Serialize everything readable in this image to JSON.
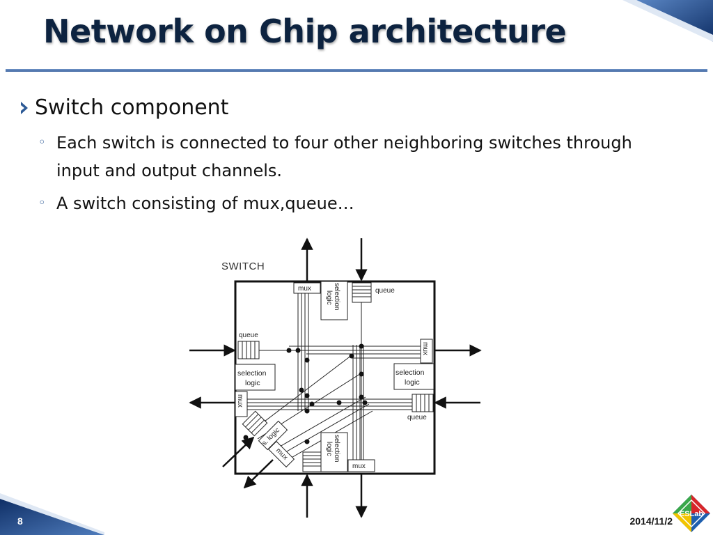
{
  "slide": {
    "title": "Network on Chip architecture",
    "page_number": "8",
    "date": "2014/11/2",
    "logo_text": "ESLab"
  },
  "content": {
    "bullet1": "Switch component",
    "sub1": "Each switch is connected to four other neighboring switches through input and output channels.",
    "sub2": "A switch consisting of mux,queue…"
  },
  "diagram": {
    "title": "SWITCH",
    "mux": "mux",
    "queue": "queue",
    "selection": "selection",
    "logic": "logic",
    "s_logic": "s. logic"
  },
  "colors": {
    "title": "#0d2340",
    "accent": "#2d5a96",
    "corner": "#1f3f75"
  }
}
